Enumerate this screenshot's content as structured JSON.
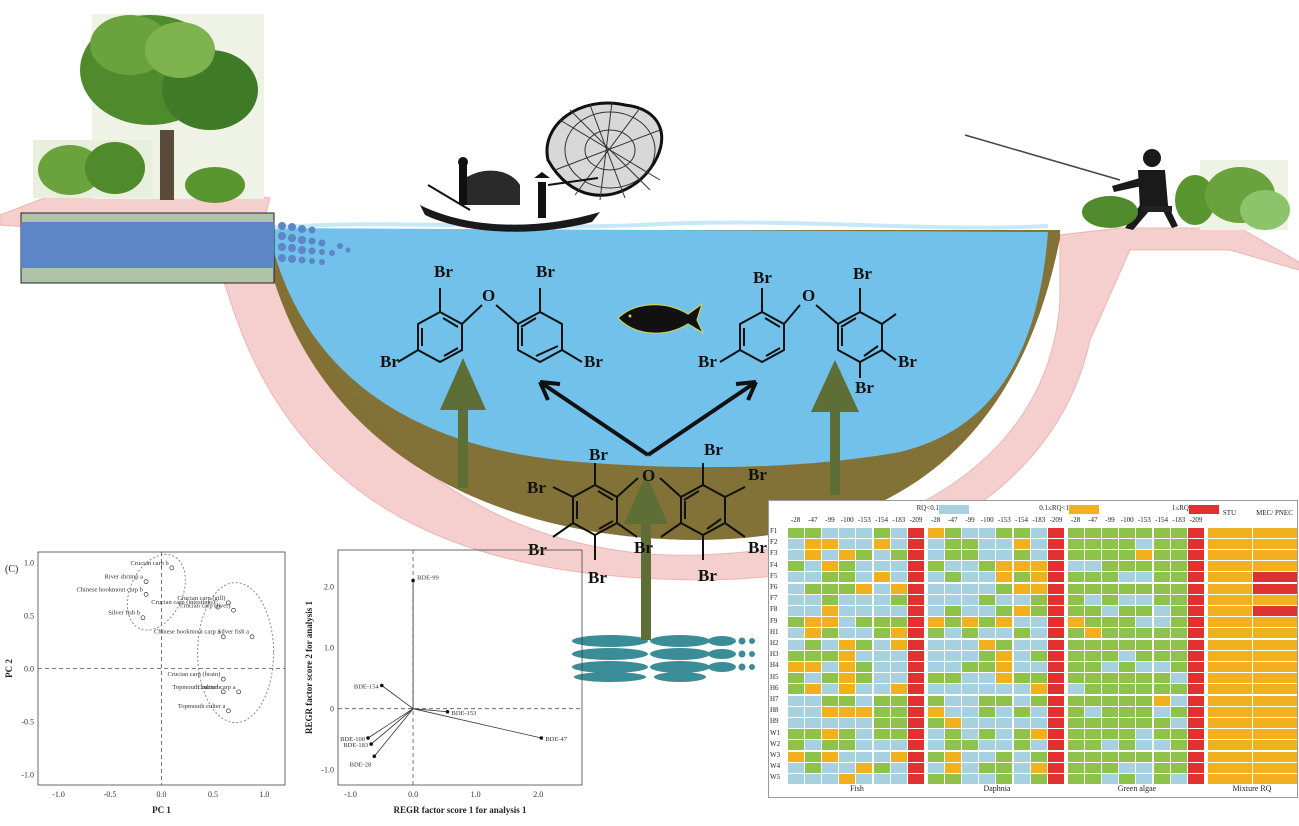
{
  "colors": {
    "water": "#72c1ea",
    "sediment": "#7b6a2c",
    "bank": "#f4c7c6",
    "arrow_green": "#5d6e37",
    "heat_low": "#a8d1df",
    "heat_mid": "#8fc24b",
    "heat_high": "#f1b11f",
    "heat_max": "#e0302f"
  },
  "structures": {
    "atom_br": "Br",
    "atom_o": "O"
  },
  "pca": {
    "panel_label": "(C)",
    "xlabel": "PC 1",
    "ylabel": "PC 2",
    "x_ticks": [
      "-1.0",
      "-0.5",
      "0.0",
      "0.5",
      "1.0"
    ],
    "y_ticks": [
      "1.0",
      "0.5",
      "0.0",
      "-0.5",
      "-1.0"
    ],
    "points": [
      {
        "label": "Crucian carp",
        "sup": "b",
        "x": 0.1,
        "y": 0.95
      },
      {
        "label": "River shrimp",
        "sup": "a",
        "x": -0.15,
        "y": 0.82
      },
      {
        "label": "Chinese hookmout carp",
        "sup": "b",
        "x": -0.15,
        "y": 0.7
      },
      {
        "label": "Silver fish",
        "sup": "b",
        "x": -0.18,
        "y": 0.48
      },
      {
        "label": "Crucian carp (gill)",
        "sup": "",
        "x": 0.65,
        "y": 0.62
      },
      {
        "label": "Crucian carp (intestines)",
        "sup": "",
        "x": 0.55,
        "y": 0.58
      },
      {
        "label": "Crucian carp (liver)",
        "sup": "",
        "x": 0.7,
        "y": 0.55
      },
      {
        "label": "Chinese hookmout carp",
        "sup": "a",
        "x": 0.6,
        "y": 0.3
      },
      {
        "label": "Silver fish",
        "sup": "a",
        "x": 0.88,
        "y": 0.3
      },
      {
        "label": "Crucian carp (brain)",
        "sup": "",
        "x": 0.6,
        "y": -0.1
      },
      {
        "label": "Topmouth culter",
        "sup": "b",
        "x": 0.6,
        "y": -0.22
      },
      {
        "label": "Crucian carp",
        "sup": "a",
        "x": 0.75,
        "y": -0.22
      },
      {
        "label": "Topmouth culter",
        "sup": "a",
        "x": 0.65,
        "y": -0.4
      }
    ]
  },
  "regr": {
    "xlabel": "REGR factor score   1 for analysis 1",
    "ylabel": "REGR factor score   2 for analysis 1",
    "x_ticks": [
      "-1.0",
      "0.0",
      "1.0",
      "2.0"
    ],
    "y_ticks": [
      "2.0",
      "1.0",
      "0",
      "-1.0"
    ],
    "vectors": [
      {
        "label": "BDE-99",
        "x": 0.0,
        "y": 2.1
      },
      {
        "label": "BDE-154",
        "x": -0.5,
        "y": 0.38
      },
      {
        "label": "BDE-153",
        "x": 0.55,
        "y": -0.05
      },
      {
        "label": "BDE-47",
        "x": 2.05,
        "y": -0.48
      },
      {
        "label": "BDE-100",
        "x": -0.72,
        "y": -0.48
      },
      {
        "label": "BDE-183",
        "x": -0.67,
        "y": -0.58
      },
      {
        "label": "BDE-28",
        "x": -0.62,
        "y": -0.78
      }
    ]
  },
  "heatmap": {
    "legend": [
      "RQ<0.1",
      "0.1≤RQ<1",
      "1≤RQ",
      ""
    ],
    "congeners": [
      "-28",
      "-47",
      "-99",
      "-100",
      "-153",
      "-154",
      "-183",
      "-209"
    ],
    "group_labels": [
      "Fish",
      "Daphnia",
      "Green algae",
      "Mixture RQ"
    ],
    "sum_labels": [
      "STU",
      "MEC/ PNEC"
    ],
    "rows": [
      "F1",
      "F2",
      "F3",
      "F4",
      "F5",
      "F6",
      "F7",
      "F8",
      "F9",
      "H1",
      "H2",
      "H3",
      "H4",
      "H5",
      "H6",
      "H7",
      "H8",
      "H9",
      "W1",
      "W2",
      "W3",
      "W4",
      "W5"
    ]
  }
}
